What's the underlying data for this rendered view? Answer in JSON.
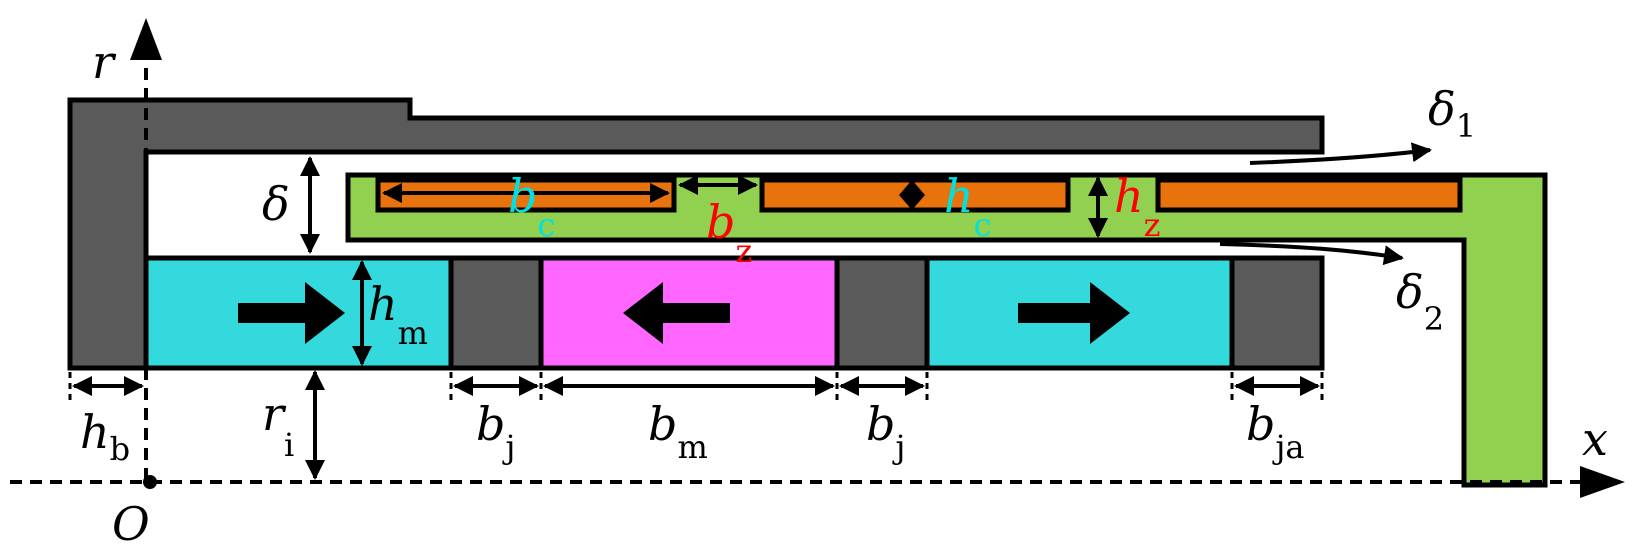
{
  "colors": {
    "housing": "#5a5a5a",
    "coil": "#e8720c",
    "mover": "#92d050",
    "magnet_cyan": "#33d9dc",
    "magnet_magenta": "#ff66ff",
    "black_label": "#000000",
    "cyan_label": "#00e0e0",
    "red_label": "#ff0000"
  },
  "labels": {
    "r_axis": {
      "main": "r"
    },
    "x_axis": {
      "main": "x"
    },
    "origin": {
      "main": "O"
    },
    "delta": {
      "main": "δ"
    },
    "delta1": {
      "main": "δ",
      "sub": "1"
    },
    "delta2": {
      "main": "δ",
      "sub": "2"
    },
    "bc1": {
      "main": "b",
      "sub": "c"
    },
    "bz": {
      "main": "b",
      "sub": "z"
    },
    "hc": {
      "main": "h",
      "sub": "c"
    },
    "hz": {
      "main": "h",
      "sub": "z"
    },
    "hm": {
      "main": "h",
      "sub": "m"
    },
    "hb": {
      "main": "h",
      "sub": "b"
    },
    "ri": {
      "main": "r",
      "sub": "i"
    },
    "bj1": {
      "main": "b",
      "sub": "j"
    },
    "bm": {
      "main": "b",
      "sub": "m"
    },
    "bj2": {
      "main": "b",
      "sub": "j"
    },
    "bja": {
      "main": "b",
      "sub": "ja"
    }
  }
}
